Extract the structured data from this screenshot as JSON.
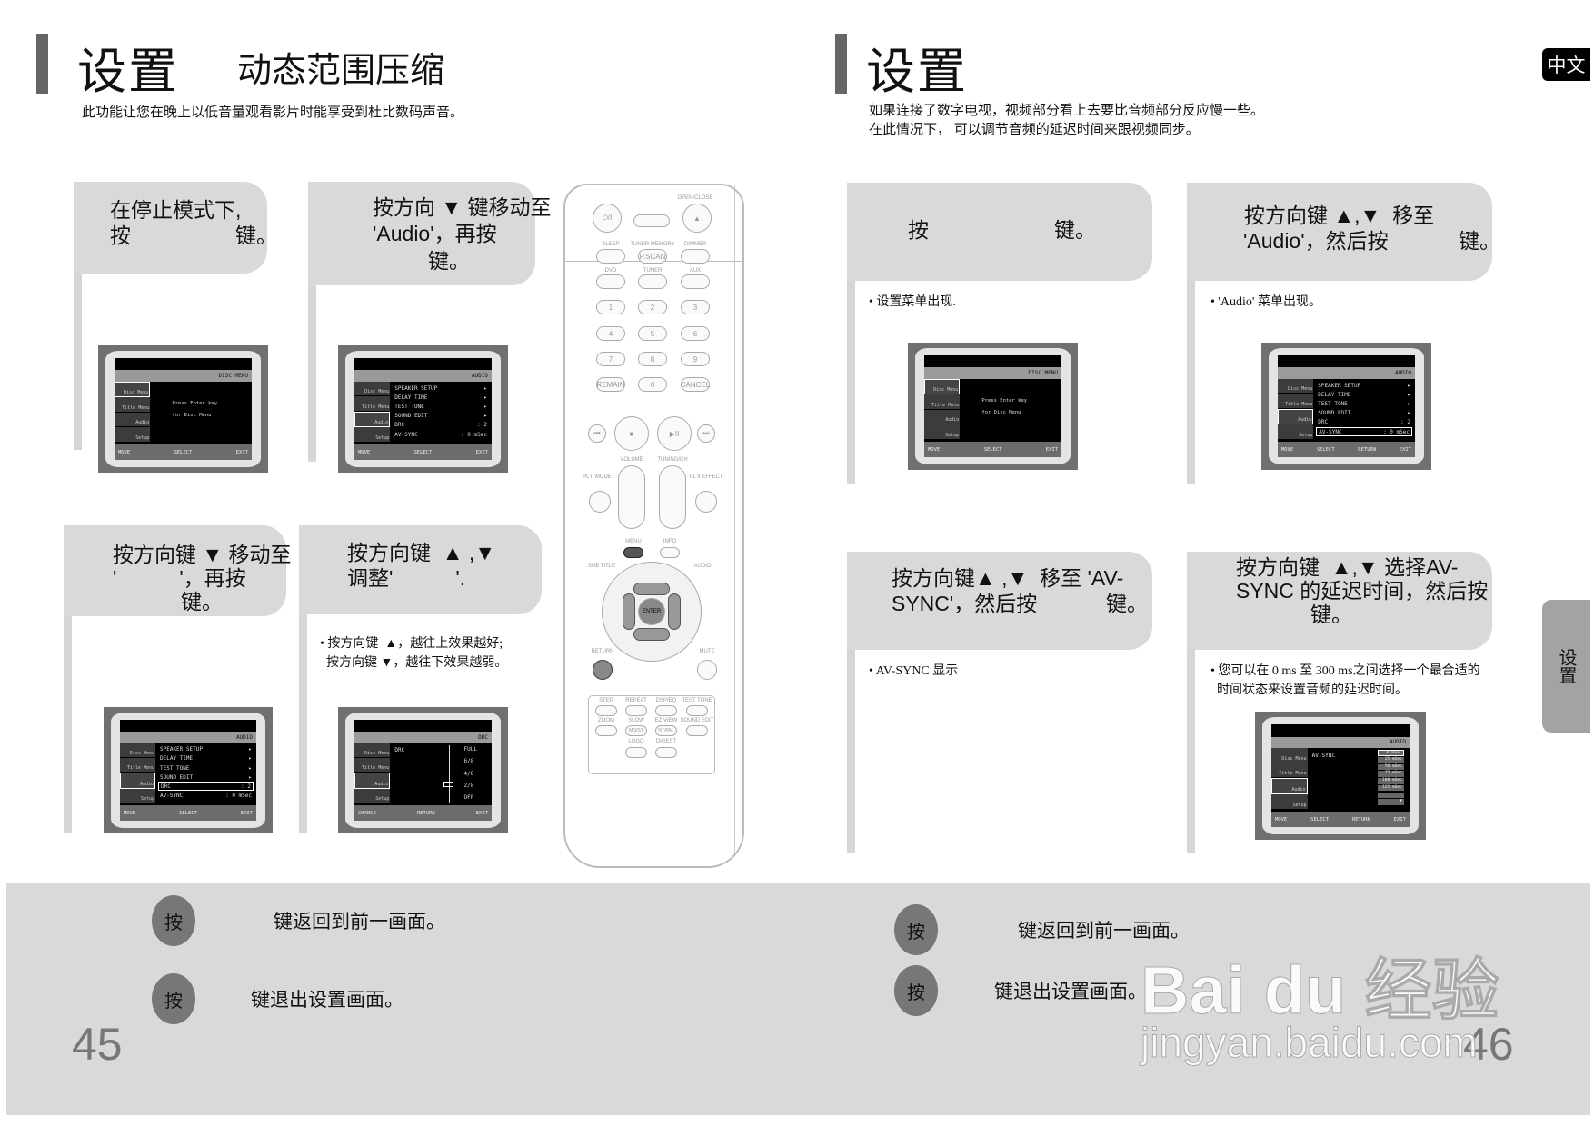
{
  "left_page": {
    "title": "设置",
    "subtitle": "动态范围压缩",
    "description": "此功能让您在晚上以低音量观看影片时能享受到杜比数码声音。",
    "steps": [
      {
        "lines": [
          "在停止模式下,",
          "按　　　　　键。"
        ]
      },
      {
        "lines": [
          "按方向 ▼ 键移动至",
          "'Audio'，再按",
          "键。"
        ]
      },
      {
        "lines": [
          "按方向键 ▼ 移动至",
          "'　　　'，再按",
          "键。"
        ]
      },
      {
        "lines": [
          "按方向键  ▲ ,▼",
          "调整'　　　'."
        ],
        "notes": [
          "• 按方向键  ▲，越往上效果越好;",
          "  按方向键 ▼，越往下效果越弱。"
        ]
      }
    ],
    "bottom": {
      "press": "按",
      "return_text": "键返回到前一画面。",
      "exit_text": "键退出设置画面。"
    },
    "page_number": "45"
  },
  "right_page": {
    "title": "设置",
    "description": [
      "如果连接了数字电视，视频部分看上去要比音频部分反应慢一些。",
      "在此情况下，  可以调节音频的延迟时间来跟视频同步。"
    ],
    "language_tab": "中文",
    "side_tab": "设置",
    "steps": [
      {
        "lines": [
          "按　　　　　　键。"
        ],
        "note": "• 设置菜单出现."
      },
      {
        "lines": [
          "按方向键 ▲,▼  移至",
          "'Audio'，然后按",
          "键。"
        ],
        "note": "• 'Audio' 菜单出现。"
      },
      {
        "lines": [
          "按方向键▲ ,▼  移至 'AV-",
          "SYNC'，然后按",
          "键。"
        ],
        "note": "• AV-SYNC 显示"
      },
      {
        "lines": [
          "按方向键  ▲,▼ 选择AV-",
          "SYNC 的延迟时间，然后按",
          "键。"
        ],
        "notes": [
          "• 您可以在 0 ms 至 300 ms之间选择一个最合适的",
          "  时间状态来设置音频的延迟时间。"
        ]
      }
    ],
    "bottom": {
      "press": "按",
      "return_text": "键返回到前一画面。",
      "exit_text": "键退出设置画面。"
    },
    "page_number": "46"
  },
  "screens": {
    "sidebar": [
      "Disc Menu",
      "Title Menu",
      "Audio",
      "Setup"
    ],
    "disc": {
      "title": "DISC MENU",
      "active": 0,
      "message": [
        "Press Enter key",
        "for Disc Menu"
      ],
      "footer": [
        "MOVE",
        "SELECT",
        "EXIT"
      ]
    },
    "audio": {
      "title": "AUDIO",
      "active": 2,
      "items": [
        {
          "label": "SPEAKER SETUP",
          "value": "▸"
        },
        {
          "label": "DELAY TIME",
          "value": "▸"
        },
        {
          "label": "TEST TONE",
          "value": "▸"
        },
        {
          "label": "SOUND EDIT",
          "value": "▸"
        },
        {
          "label": "DRC",
          "value": ": 2"
        },
        {
          "label": "AV-SYNC",
          "value": ": 0 mSec"
        }
      ],
      "footer": [
        "MOVE",
        "SELECT",
        "EXIT"
      ],
      "footer_return": [
        "MOVE",
        "SELECT",
        "RETURN",
        "EXIT"
      ]
    },
    "drc": {
      "title": "DRC",
      "active": 2,
      "item": "DRC",
      "levels": [
        "FULL",
        "6/8",
        "4/8",
        "2/8",
        "OFF"
      ],
      "selected": "2/8",
      "footer": [
        "CHANGE",
        "RETURN",
        "EXIT"
      ]
    },
    "avsync": {
      "title": "AUDIO",
      "active": 2,
      "item": "AV-SYNC",
      "options": [
        "0 mSec",
        "25 mSec",
        "50 mSec",
        "75 mSec",
        "100 mSec",
        "125 mSec",
        "",
        "▼"
      ],
      "selected": "0 mSec",
      "footer": [
        "MOVE",
        "SELECT",
        "RETURN",
        "EXIT"
      ]
    }
  },
  "remote": {
    "open_close": "OPEN/CLOSE",
    "power": "⏻/I",
    "eject": "▲",
    "row1": [
      "SLEEP",
      "TUNER MEMORY",
      "DIMMER"
    ],
    "pscan": "P.SCAN",
    "row2": [
      "DVD",
      "TUNER",
      "AUX"
    ],
    "digits": [
      "1",
      "2",
      "3",
      "4",
      "5",
      "6",
      "7",
      "8",
      "9",
      "REMAIN",
      "0",
      "CANCEL"
    ],
    "transport": [
      "⏮",
      "■",
      "▶II",
      "⏭"
    ],
    "volume": "VOLUME",
    "tuning": "TUNING/CH",
    "plii_mode": "PL II MODE",
    "plii_effect": "PL II EFFECT",
    "menu": "MENU",
    "info": "INFO",
    "subtitle": "SUB TITLE",
    "audio": "AUDIO",
    "enter": "ENTER",
    "return": "RETURN",
    "mute": "MUTE",
    "lower": [
      "STEP",
      "REPEAT",
      "DSP/EQ",
      "TEST TONE",
      "ZOOM",
      "SLOW",
      "EZ VIEW",
      "SOUND EDIT",
      "LOGO",
      "DIGEST"
    ],
    "slow_sub": "MO/ST",
    "ezview_sub": "NT/PAL"
  },
  "watermark": {
    "brand": "Bai du 经验",
    "url": "jingyan.baidu.com"
  },
  "colors": {
    "panel": "#d9d9d9",
    "accent_bar": "#666666",
    "circle": "#777777"
  }
}
